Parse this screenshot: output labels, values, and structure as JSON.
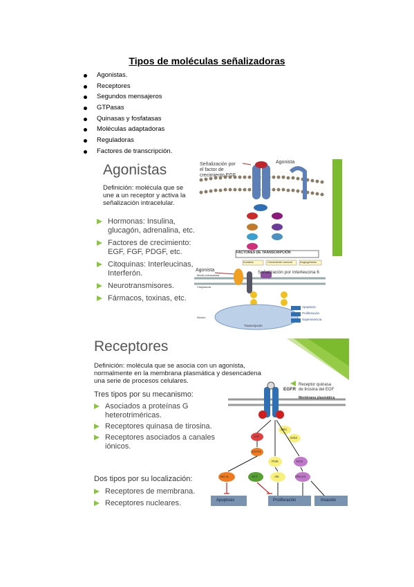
{
  "title": "Tipos de moléculas señalizadoras",
  "bullets": [
    "Agonistas.",
    "Receptores",
    "Segundos mensajeros",
    "GTPasas",
    "Quinasas y fosfatasas",
    "Moléculas adaptadoras",
    "Reguladoras",
    "Factores de transcripción."
  ],
  "slide1": {
    "title": "Agonistas",
    "definition": [
      "Definición: molécula que se",
      "une a un receptor y activa la",
      "señalización intracelular."
    ],
    "items": [
      [
        "Hormonas: Insulina,",
        "glucagón, adrenalina, etc."
      ],
      [
        "Factores de crecimiento:",
        "EGF, FGF, PDGF, etc."
      ],
      [
        "Citoquinas: Interleucinas,",
        "Interferón."
      ],
      [
        "Neurotransmisores."
      ],
      [
        "Fármacos, toxinas, etc."
      ]
    ],
    "fig": {
      "egf_title": [
        "Señalización por",
        "el factor de",
        "crecimiento EGF"
      ],
      "agonista": "Agonista",
      "factores": "FACTORES DE TRANSCRIPCIÓN",
      "boxes": [
        "Invasión",
        "Crecimiento tumoral",
        "Angiogénesis"
      ],
      "il6_title": "Señalización por Interleucina 6",
      "medio": "Medio extracelular",
      "citoplasma": "Citoplasma",
      "nucleo": "Núcleo",
      "transcripcion": "Transcripción",
      "outcomes": [
        "Apoptosis",
        "Proliferación",
        "Supervivencia"
      ]
    }
  },
  "slide2": {
    "title": "Receptores",
    "definition": [
      "Definición: molécula que se asocia con un agonista,",
      "normalmente en la membrana plasmática y desencadena",
      "una serie de procesos celulares."
    ],
    "mech_title": "Tres tipos por su mecanismo:",
    "mech_items": [
      [
        "Asociados a proteínas G",
        "heterotriméricas."
      ],
      [
        "Receptores quinasa de tirosina."
      ],
      [
        "Receptores asociados a canales",
        "iónicos."
      ]
    ],
    "loc_title": "Dos tipos por su localización:",
    "loc_items": [
      "Receptores de membrana.",
      "Receptores nucleares."
    ],
    "fig": {
      "egfr": "EGFR",
      "label": [
        "Receptor quinasa",
        "de tirosina del EGF"
      ],
      "membrana": "Membrana plasmática",
      "nodes": [
        "SRC",
        "Grb2",
        "JAK",
        "STAT3",
        "PI3K",
        "RAS",
        "Bcl-xL",
        "AKT",
        "Akt",
        "ERK1/2"
      ],
      "outcomes": [
        "Apoptosis",
        "Proliferación",
        "Invasión"
      ]
    }
  },
  "colors": {
    "accent": "#7dbb2e",
    "arrow_green": "#8bc53f",
    "box_blue": "#7a93b0"
  }
}
